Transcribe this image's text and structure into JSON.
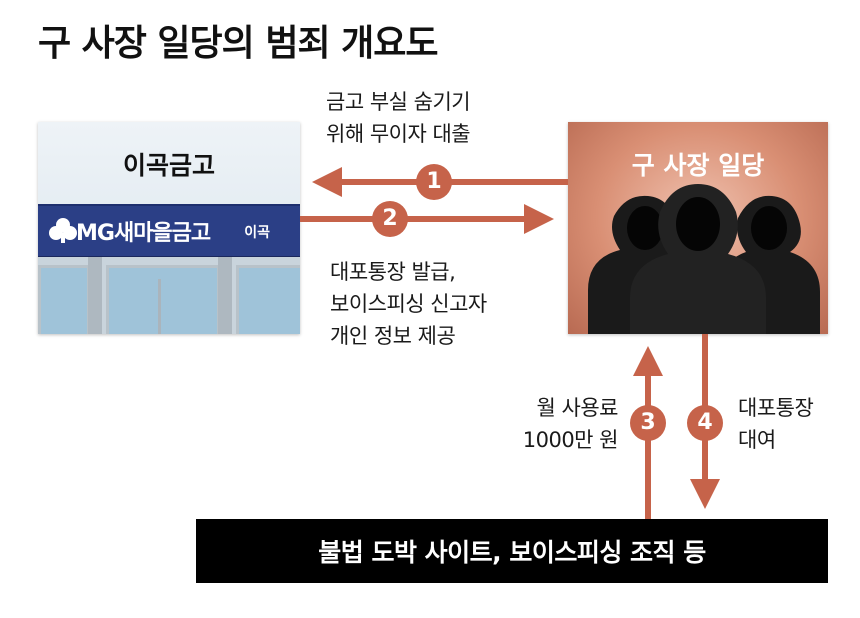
{
  "title": "구 사장 일당의 범죄 개요도",
  "bank": {
    "name": "이곡금고",
    "sign_text": "MG새마을금고",
    "sign_branch": "이곡"
  },
  "gang": {
    "name": "구 사장 일당"
  },
  "destination": "불법 도박 사이트, 보이스피싱 조직 등",
  "flows": [
    {
      "number": "1",
      "lines": [
        "금고 부실 숨기기",
        "위해 무이자 대출"
      ],
      "direction": "gang-to-bank"
    },
    {
      "number": "2",
      "lines": [
        "대포통장 발급,",
        "보이스피싱 신고자",
        "개인 정보 제공"
      ],
      "direction": "bank-to-gang"
    },
    {
      "number": "3",
      "lines": [
        "월 사용료",
        "1000만 원"
      ],
      "direction": "destination-to-gang"
    },
    {
      "number": "4",
      "lines": [
        "대포통장",
        "대여"
      ],
      "direction": "gang-to-destination"
    }
  ],
  "colors": {
    "arrow": "#c6634a",
    "sign": "#2b3f86",
    "bar": "#000000"
  }
}
